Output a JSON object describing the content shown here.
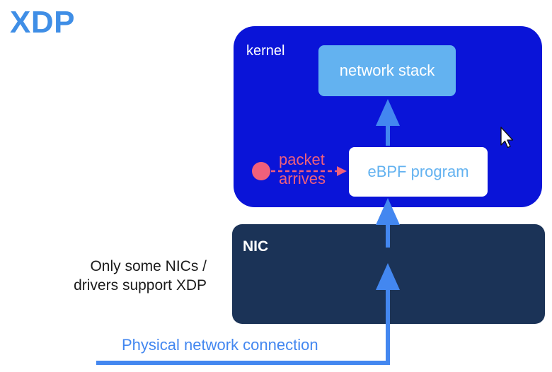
{
  "title": "XDP",
  "kernel": {
    "label": "kernel",
    "network_stack_label": "network stack",
    "ebpf_label": "eBPF program",
    "packet_label_line1": "packet",
    "packet_label_line2": "arrives"
  },
  "nic": {
    "label": "NIC"
  },
  "note": {
    "line1": "Only some NICs /",
    "line2": "drivers support XDP"
  },
  "connection": {
    "label": "Physical network connection"
  },
  "colors": {
    "title": "#3f8ee6",
    "kernel_box": "#0a14d8",
    "network_stack_box": "#63b2f0",
    "nic_box": "#1b3357",
    "arrow": "#4387f0",
    "packet": "#f0607b"
  },
  "icons": [
    "mouse-cursor-icon",
    "packet-dot-icon",
    "arrow-up-icon"
  ]
}
